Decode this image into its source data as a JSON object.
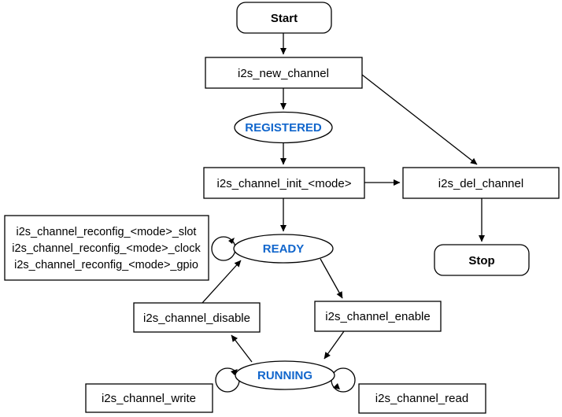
{
  "diagram": {
    "colors": {
      "state_text": "#1166CC",
      "stroke": "#000000",
      "background": "#ffffff"
    },
    "nodes": {
      "start": {
        "label": "Start",
        "shape": "rounded-rect"
      },
      "new_channel": {
        "label": "i2s_new_channel",
        "shape": "rect"
      },
      "registered": {
        "label": "REGISTERED",
        "shape": "ellipse"
      },
      "init": {
        "label": "i2s_channel_init_<mode>",
        "shape": "rect"
      },
      "del": {
        "label": "i2s_del_channel",
        "shape": "rect"
      },
      "stop": {
        "label": "Stop",
        "shape": "rounded-rect"
      },
      "reconfig": {
        "shape": "rect",
        "lines": [
          "i2s_channel_reconfig_<mode>_slot",
          "i2s_channel_reconfig_<mode>_clock",
          "i2s_channel_reconfig_<mode>_gpio"
        ]
      },
      "ready": {
        "label": "READY",
        "shape": "ellipse"
      },
      "disable": {
        "label": "i2s_channel_disable",
        "shape": "rect"
      },
      "enable": {
        "label": "i2s_channel_enable",
        "shape": "rect"
      },
      "running": {
        "label": "RUNNING",
        "shape": "ellipse"
      },
      "write": {
        "label": "i2s_channel_write",
        "shape": "rect"
      },
      "read": {
        "label": "i2s_channel_read",
        "shape": "rect"
      }
    },
    "edges": [
      {
        "from": "start",
        "to": "new_channel"
      },
      {
        "from": "new_channel",
        "to": "registered"
      },
      {
        "from": "new_channel",
        "to": "del"
      },
      {
        "from": "registered",
        "to": "init"
      },
      {
        "from": "init",
        "to": "del"
      },
      {
        "from": "init",
        "to": "ready"
      },
      {
        "from": "del",
        "to": "stop"
      },
      {
        "from": "ready",
        "to": "ready",
        "type": "self-loop"
      },
      {
        "from": "ready",
        "to": "enable"
      },
      {
        "from": "enable",
        "to": "running"
      },
      {
        "from": "running",
        "to": "disable"
      },
      {
        "from": "disable",
        "to": "ready"
      },
      {
        "from": "running",
        "to": "running",
        "type": "self-loop-left"
      },
      {
        "from": "running",
        "to": "running",
        "type": "self-loop-right"
      }
    ]
  }
}
